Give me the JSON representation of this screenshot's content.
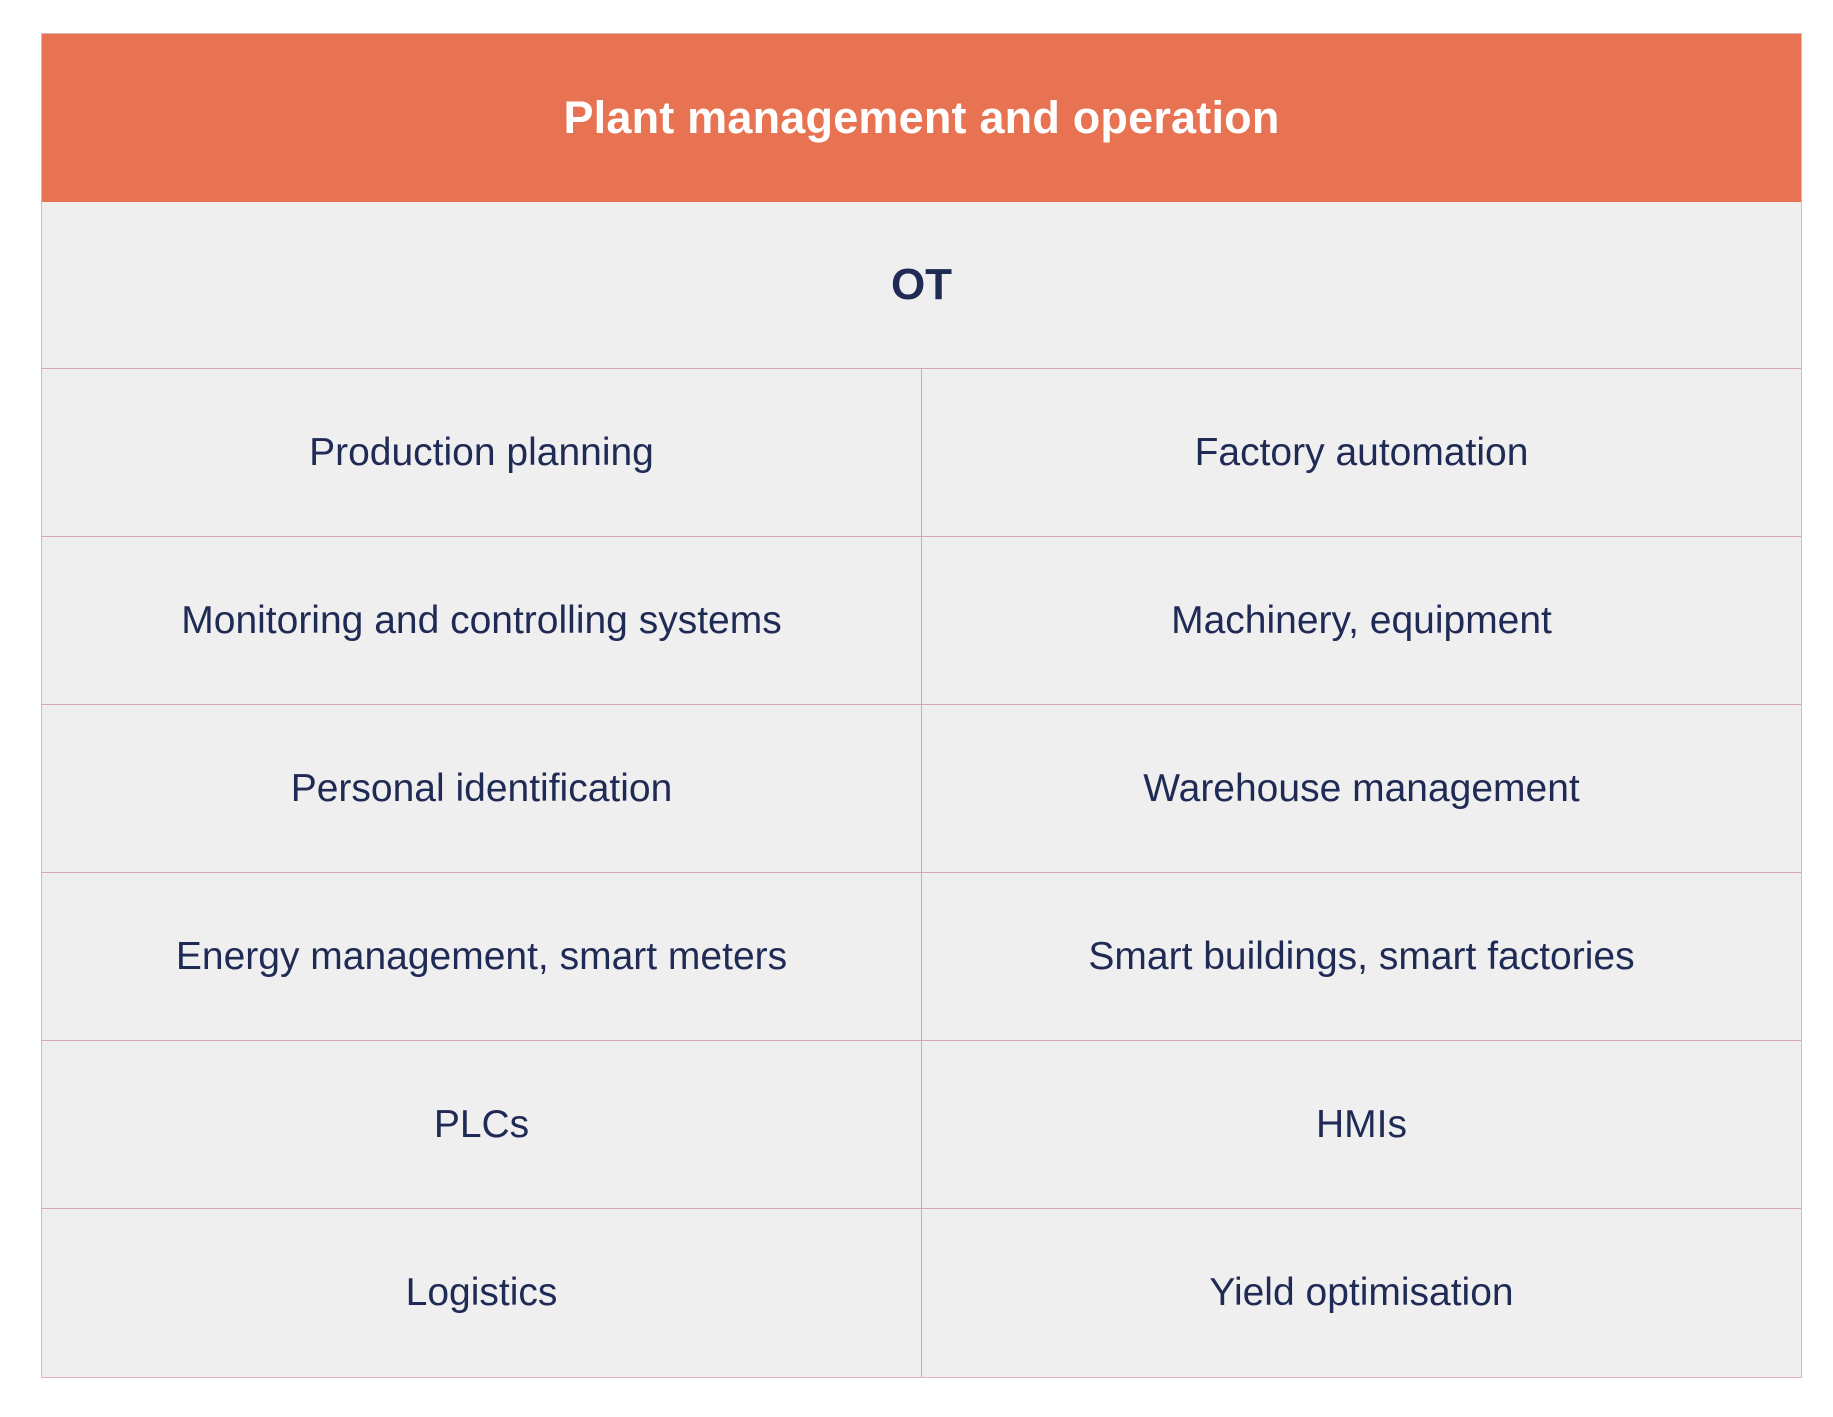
{
  "table": {
    "title": "Plant management and operation",
    "section": "OT",
    "rows": [
      {
        "left": "Production planning",
        "right": "Factory automation"
      },
      {
        "left": "Monitoring and controlling systems",
        "right": "Machinery, equipment"
      },
      {
        "left": "Personal identification",
        "right": "Warehouse management"
      },
      {
        "left": "Energy management, smart meters",
        "right": "Smart buildings, smart factories"
      },
      {
        "left": "PLCs",
        "right": "HMIs"
      },
      {
        "left": "Logistics",
        "right": "Yield optimisation"
      }
    ]
  },
  "colors": {
    "header_bg": "#e87353",
    "header_text": "#ffffff",
    "body_bg": "#efeff0",
    "body_text": "#1f2a55",
    "grid_line": "#d3a7b5"
  }
}
